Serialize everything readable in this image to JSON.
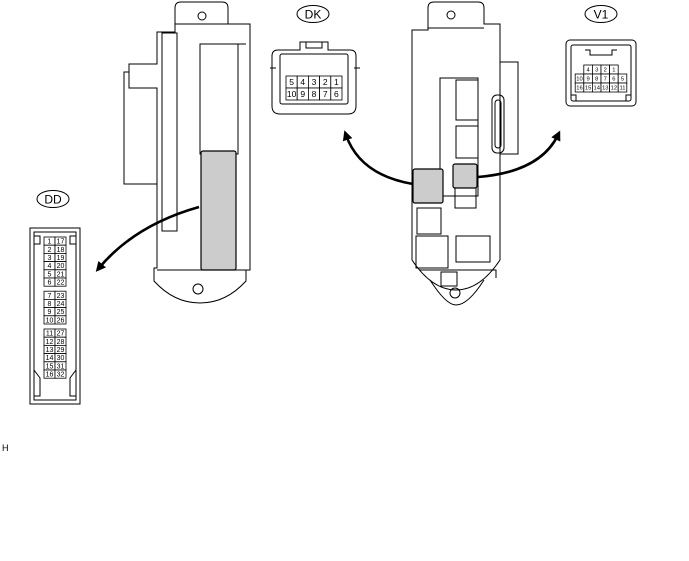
{
  "connectors": {
    "dd": {
      "label": "DD",
      "pins": [
        [
          "1",
          "17"
        ],
        [
          "2",
          "18"
        ],
        [
          "3",
          "19"
        ],
        [
          "4",
          "20"
        ],
        [
          "5",
          "21"
        ],
        [
          "6",
          "22"
        ],
        [
          "7",
          "23"
        ],
        [
          "8",
          "24"
        ],
        [
          "9",
          "25"
        ],
        [
          "10",
          "26"
        ],
        [
          "11",
          "27"
        ],
        [
          "12",
          "28"
        ],
        [
          "13",
          "29"
        ],
        [
          "14",
          "30"
        ],
        [
          "15",
          "31"
        ],
        [
          "16",
          "32"
        ]
      ]
    },
    "dk": {
      "label": "DK",
      "rows": [
        [
          "5",
          "4",
          "3",
          "2",
          "1"
        ],
        [
          "10",
          "9",
          "8",
          "7",
          "6"
        ]
      ]
    },
    "v1": {
      "label": "V1",
      "rows": [
        [
          "4",
          "3",
          "2",
          "1"
        ],
        [
          "10",
          "9",
          "8",
          "7",
          "6",
          "5"
        ],
        [
          "16",
          "15",
          "14",
          "13",
          "12",
          "11"
        ]
      ]
    }
  },
  "footnote": "H",
  "colors": {
    "highlight": "#cccccc",
    "line": "#000000"
  }
}
